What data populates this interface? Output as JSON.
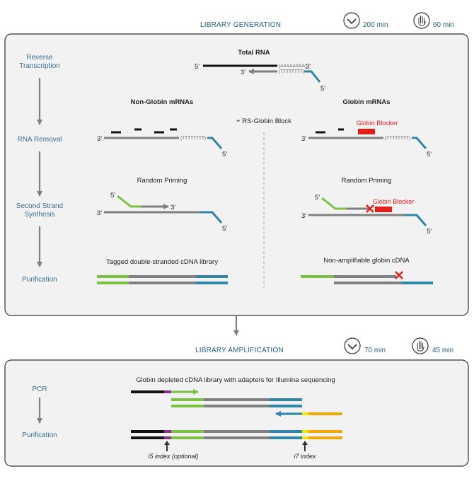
{
  "generation": {
    "title": "LIBRARY GENERATION",
    "time_total": "200 min",
    "time_hands_on": "60 min",
    "steps": [
      "Reverse",
      "Transcription",
      "RNA Removal",
      "Second Strand",
      "Synthesis",
      "Purification"
    ],
    "total_rna": "Total RNA",
    "non_globin": "Non-Globin mRNAs",
    "globin": "Globin mRNAs",
    "rs_globin_block": "+ RS-Globin Block",
    "globin_blocker": "Globin Blocker",
    "random_priming": "Random Priming",
    "tagged_library": "Tagged double-stranded cDNA library",
    "non_amplifiable": "Non-amplifiable globin cDNA",
    "poly_a": "(AAAAAAAA)",
    "poly_t": "(TTTTTTTT)",
    "five_prime": "5'",
    "three_prime": "3'"
  },
  "amplification": {
    "title": "LIBRARY AMPLIFICATION",
    "time_total": "70 min",
    "time_hands_on": "45 min",
    "steps": [
      "PCR",
      "Purification"
    ],
    "caption": "Globin depleted cDNA library with adapters for Illumina sequencing",
    "i5": "i5 index (optional)",
    "i7": "i7 index"
  },
  "colors": {
    "step_text": "#3a6d8c",
    "header_text": "#1f5f85",
    "rna": "#111111",
    "cdna": "#808080",
    "blue": "#2f86a8",
    "green": "#7cc242",
    "red": "#e3201b",
    "purple": "#8b2f8e",
    "yellow": "#f2e500",
    "orange": "#f7a800",
    "panel_fill": "#f2f2f2",
    "panel_stroke": "#333333"
  },
  "icons": [
    "clock-icon",
    "hand-icon"
  ]
}
